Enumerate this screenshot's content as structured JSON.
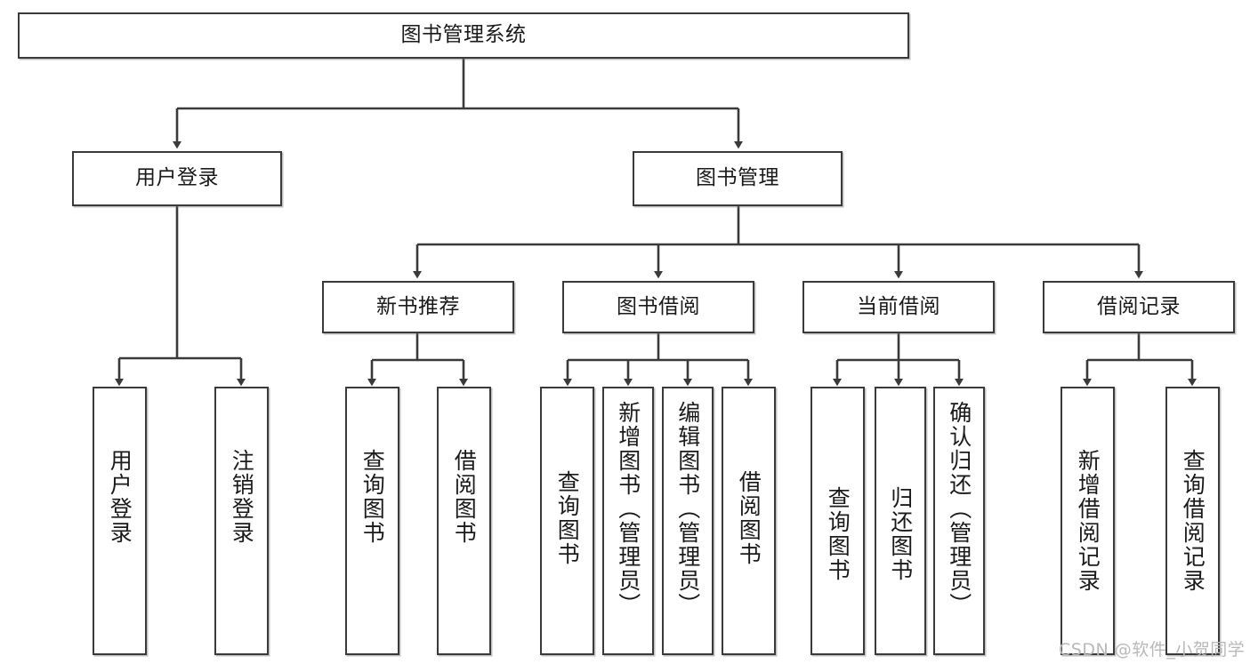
{
  "diagram": {
    "title": "图书管理系统",
    "type": "tree",
    "watermark": "CSDN @软件_小贺同学",
    "colors": {
      "stroke": "#3a3a3a",
      "fill": "#ffffff",
      "text": "#1a1a1a",
      "watermark": "#b9b9b9"
    },
    "levels": {
      "root": {
        "label": "图书管理系统"
      },
      "level2": [
        {
          "label": "用户登录"
        },
        {
          "label": "图书管理"
        }
      ],
      "level3": [
        {
          "label": "新书推荐"
        },
        {
          "label": "图书借阅"
        },
        {
          "label": "当前借阅"
        },
        {
          "label": "借阅记录"
        }
      ],
      "level4": {
        "user_login": [
          {
            "label": "用户登录"
          },
          {
            "label": "注销登录"
          }
        ],
        "new_book_recommend": [
          {
            "label": "查询图书"
          },
          {
            "label": "借阅图书"
          }
        ],
        "book_borrow": [
          {
            "label": "查询图书"
          },
          {
            "label": "新增图书（管理员）"
          },
          {
            "label": "编辑图书（管理员）"
          },
          {
            "label": "借阅图书"
          }
        ],
        "current_borrow": [
          {
            "label": "查询图书"
          },
          {
            "label": "归还图书"
          },
          {
            "label": "确认归还（管理员）"
          }
        ],
        "borrow_record": [
          {
            "label": "新增借阅记录"
          },
          {
            "label": "查询借阅记录"
          }
        ]
      }
    }
  }
}
